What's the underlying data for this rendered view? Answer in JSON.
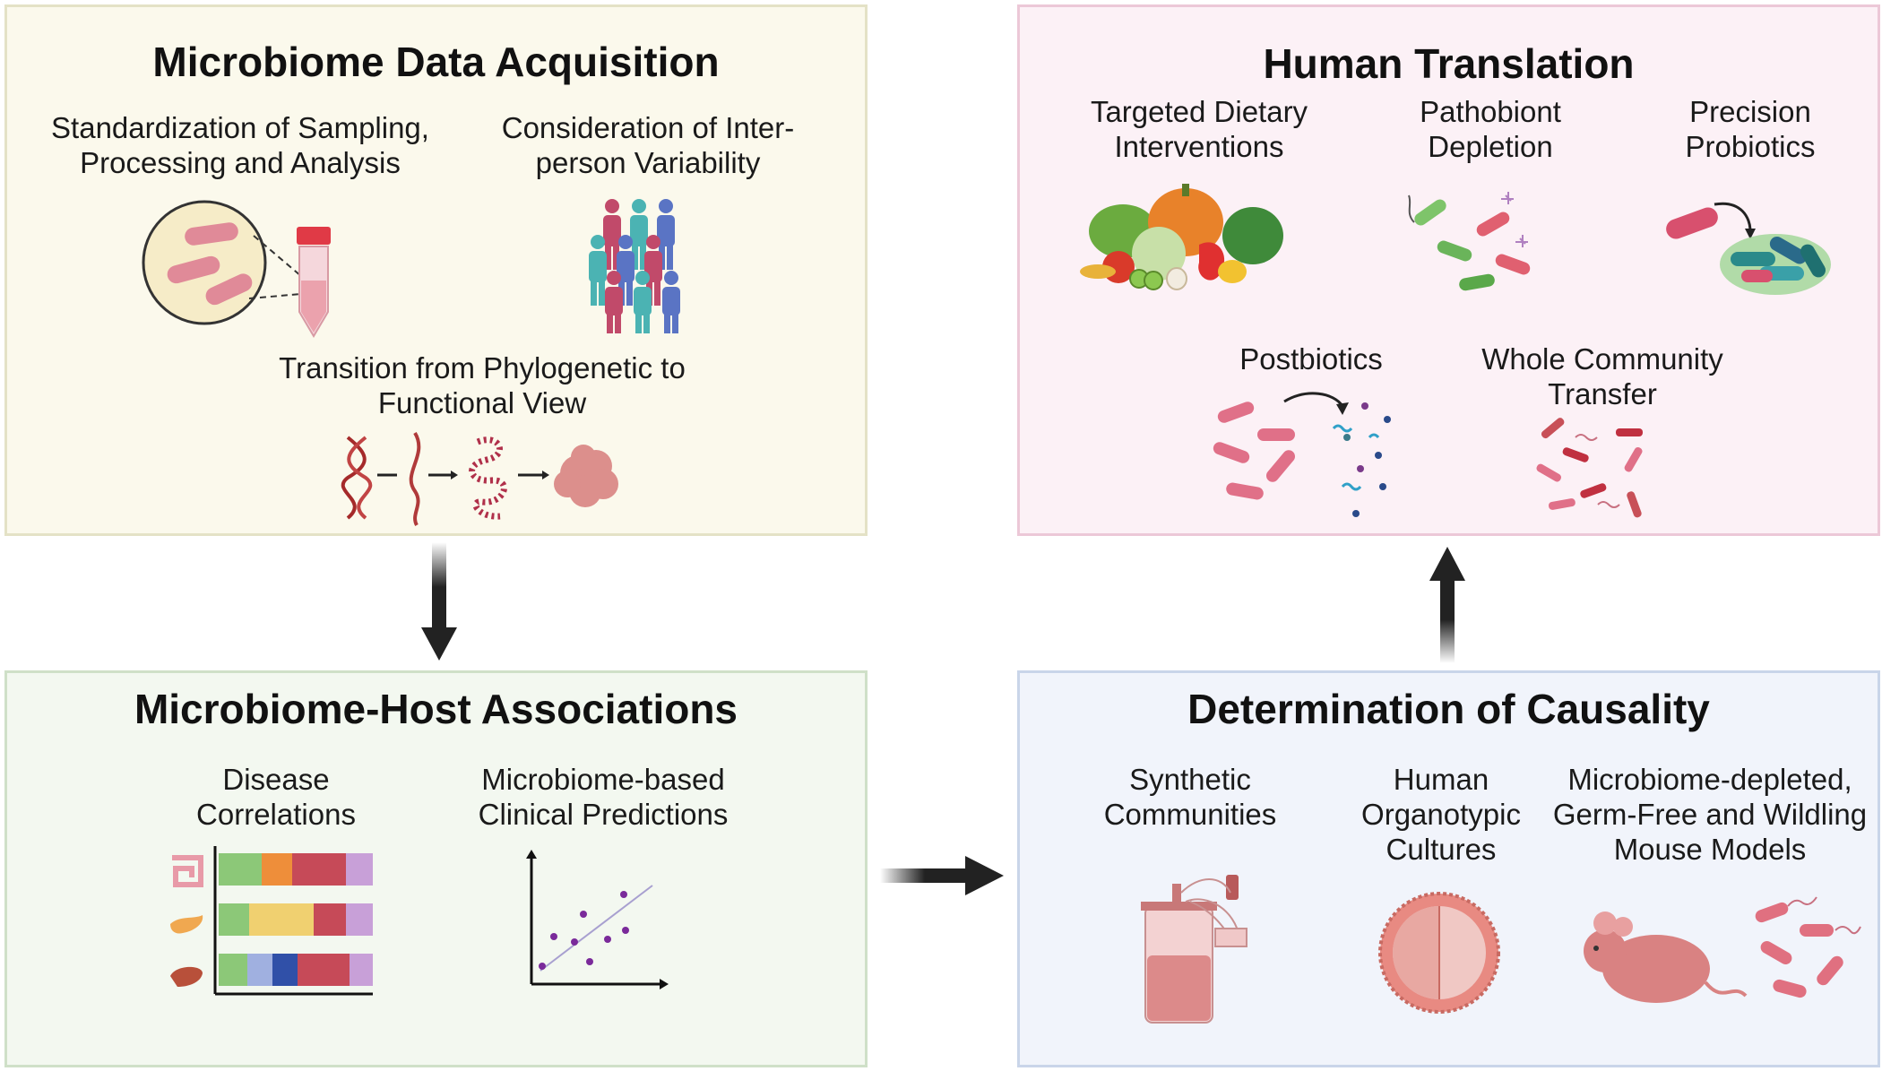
{
  "panels": {
    "acquisition": {
      "title": "Microbiome Data Acquisition",
      "items": [
        {
          "line1": "Standardization of Sampling,",
          "line2": "Processing and Analysis"
        },
        {
          "line1": "Consideration of Inter-",
          "line2": "person Variability"
        },
        {
          "line1": "Transition from Phylogenetic to",
          "line2": "Functional View"
        }
      ]
    },
    "human": {
      "title": "Human Translation",
      "items": [
        {
          "line1": "Targeted Dietary",
          "line2": "Interventions"
        },
        {
          "line1": "Pathobiont",
          "line2": "Depletion"
        },
        {
          "line1": "Precision",
          "line2": "Probiotics"
        },
        {
          "line1": "Postbiotics"
        },
        {
          "line1": "Whole Community",
          "line2": "Transfer"
        }
      ]
    },
    "associations": {
      "title": "Microbiome-Host Associations",
      "items": [
        {
          "line1": "Disease",
          "line2": "Correlations"
        },
        {
          "line1": "Microbiome-based",
          "line2": "Clinical Predictions"
        }
      ]
    },
    "causality": {
      "title": "Determination of Causality",
      "items": [
        {
          "line1": "Synthetic",
          "line2": "Communities"
        },
        {
          "line1": "Human",
          "line2": "Organotypic",
          "line3": "Cultures"
        },
        {
          "line1": "Microbiome-depleted,",
          "line2": "Germ-Free and Wildling",
          "line3": "Mouse Models"
        }
      ]
    }
  },
  "colors": {
    "acquisition_bg": "#fbf9ec",
    "human_bg": "#fcf1f6",
    "associations_bg": "#f3f8f0",
    "causality_bg": "#f1f4fb",
    "arrow": "#222222",
    "bacteria_pink": "#e07a8f",
    "dna_red": "#a52a2a"
  },
  "icons": [
    "microscope-bacteria-icon",
    "sample-tube-icon",
    "people-crowd-icon",
    "dna-icon",
    "protein-icon",
    "vegetables-icon",
    "pathobiont-icon",
    "probiotics-icon",
    "postbiotics-icon",
    "community-transfer-icon",
    "organ-icons",
    "scatter-plot-icon",
    "bioreactor-icon",
    "organoid-icon",
    "mouse-icon"
  ]
}
